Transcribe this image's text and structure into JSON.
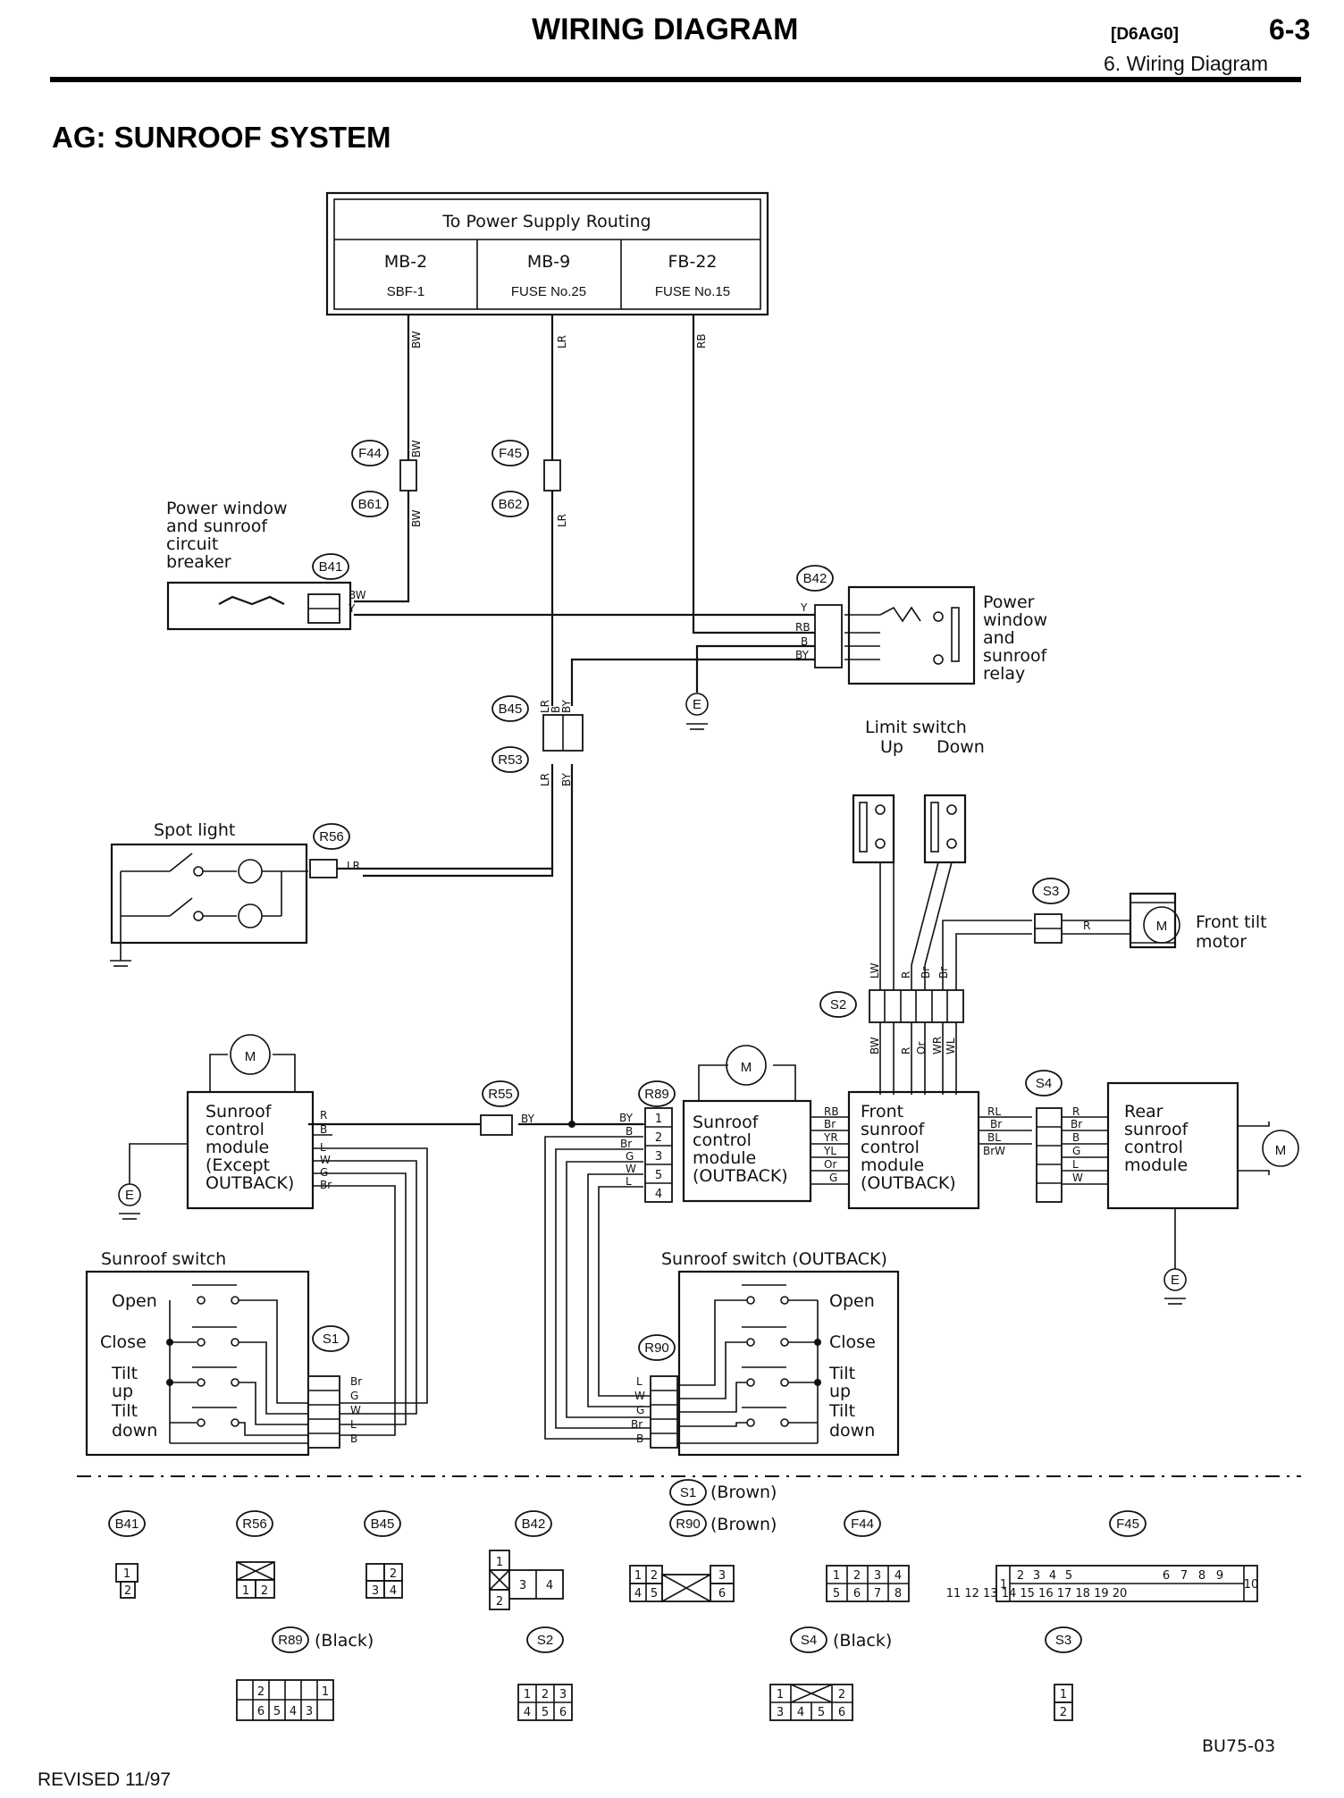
{
  "header": {
    "title": "WIRING DIAGRAM",
    "code": "[D6AG0]",
    "page": "6-3",
    "section": "6.  Wiring Diagram"
  },
  "diagram_title": "AG:  SUNROOF SYSTEM",
  "power_supply": {
    "title": "To Power Supply Routing",
    "columns": [
      {
        "name": "MB-2",
        "sub": "SBF-1"
      },
      {
        "name": "MB-9",
        "sub": "FUSE No.25"
      },
      {
        "name": "FB-22",
        "sub": "FUSE No.15"
      }
    ]
  },
  "components": {
    "breaker": [
      "Power window",
      "and sunroof",
      "circuit",
      "breaker"
    ],
    "relay": [
      "Power",
      "window",
      "and",
      "sunroof",
      "relay"
    ],
    "spot_light": "Spot light",
    "limit_switch": "Limit switch",
    "limit_up": "Up",
    "limit_down": "Down",
    "front_tilt_motor": [
      "Front tilt",
      "motor"
    ],
    "module_except": [
      "Sunroof",
      "control",
      "module",
      "(Except",
      "OUTBACK)"
    ],
    "module_outback": [
      "Sunroof",
      "control",
      "module",
      "(OUTBACK)"
    ],
    "front_module": [
      "Front",
      "sunroof",
      "control",
      "module",
      "(OUTBACK)"
    ],
    "rear_module": [
      "Rear",
      "sunroof",
      "control",
      "module"
    ],
    "switch": "Sunroof switch",
    "switch_outback": "Sunroof switch (OUTBACK)",
    "switch_positions": [
      "Open",
      "Close",
      "Tilt",
      "up",
      "Tilt",
      "down"
    ]
  },
  "connectors": {
    "F44": "F44",
    "F45": "F45",
    "B61": "B61",
    "B62": "B62",
    "B41": "B41",
    "B42": "B42",
    "B45": "B45",
    "R53": "R53",
    "R56": "R56",
    "S3": "S3",
    "S2": "S2",
    "R55": "R55",
    "R89": "R89",
    "S4": "S4",
    "S1": "S1",
    "R90": "R90"
  },
  "wire_colors": {
    "bw": "BW",
    "lr": "LR",
    "rb": "RB",
    "y": "Y",
    "by": "BY",
    "b": "B",
    "r": "R",
    "l": "L",
    "w": "W",
    "g": "G",
    "br": "Br",
    "yr": "YR",
    "yl": "YL",
    "or": "Or",
    "rl": "RL",
    "bl": "BL",
    "brw": "BrW",
    "wr": "WR",
    "wl": "WL",
    "lw": "LW"
  },
  "ground": "E",
  "legend": {
    "s1_note": "(Brown)",
    "r90_note": "(Brown)",
    "r89_note": "(Black)",
    "s4_note": "(Black)"
  },
  "figure_id": "BU75-03",
  "footer": "REVISED  11/97"
}
